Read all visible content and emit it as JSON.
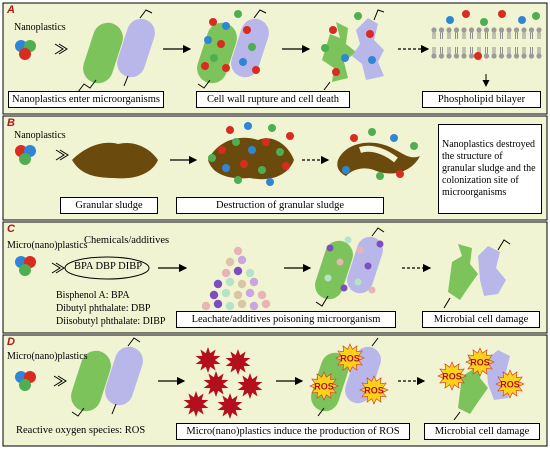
{
  "colors": {
    "panel_bg": "#f1f4d3",
    "panel_border": "#000000",
    "panel_label": "#b01818",
    "green_cell": "#7cc35b",
    "lavender_cell": "#b9b7ea",
    "sludge": "#6b4a0e",
    "red_star": "#b40f1c",
    "ros_star": "#ffd21a",
    "ros_text": "#b40f1c",
    "particle_red": "#d92b20",
    "particle_blue": "#2f86d6",
    "particle_green": "#4fae52"
  },
  "panels": [
    {
      "label": "A",
      "side_label": "Nanoplastics",
      "captions": [
        "Nanoplastics enter microorganisms",
        "Cell wall rupture and cell death",
        "Phospholipid bilayer"
      ]
    },
    {
      "label": "B",
      "side_label": "Nanoplastics",
      "captions": [
        "Granular sludge",
        "Destruction of granular sludge",
        "Nanoplastics destroyed the structure of granular sludge and the colonization site of microorganisms"
      ]
    },
    {
      "label": "C",
      "side_label": "Micro(nano)plastics",
      "chemicals_label": "Chemicals/additives",
      "additives_oval": "BPA  DBP DIBP",
      "legend_lines": [
        "Bisphenol A: BPA",
        "Dibutyl phthalate: DBP",
        "Diisobutyl phthalate: DIBP"
      ],
      "captions": [
        "Leachate/additives poisoning microorganism",
        "Microbial cell damage"
      ]
    },
    {
      "label": "D",
      "side_label": "Micro(nano)plastics",
      "legend_line": "Reactive oxygen species: ROS",
      "ros_label": "ROS",
      "captions": [
        "Micro(nano)plastics induce the production of ROS",
        "Microbial cell damage"
      ]
    }
  ]
}
